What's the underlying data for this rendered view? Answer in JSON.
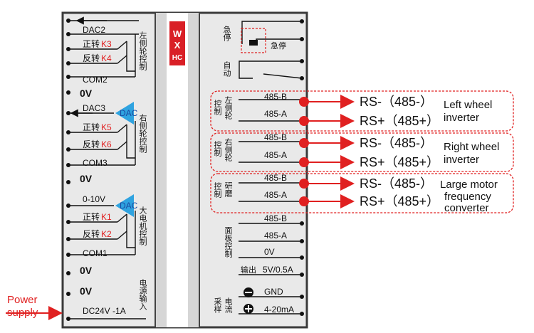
{
  "left": {
    "dac2": "DAC2",
    "forward": "正转",
    "reverse": "反转",
    "k3": "K3",
    "k4": "K4",
    "com2": "COM2",
    "zero_v": "0V",
    "dac3": "DAC3",
    "dac": "DAC",
    "k5": "K5",
    "k6": "K6",
    "com3": "COM3",
    "v0_10": "0-10V",
    "k1": "K1",
    "k2": "K2",
    "com1": "COM1",
    "dc24v": "DC24V -1A",
    "left_wheel_ctrl": "左侧轮控制",
    "right_wheel_ctrl": "右侧轮控制",
    "large_motor_ctrl": "大电机控制",
    "power_input": "电源输入"
  },
  "right": {
    "estop": "急停",
    "auto": "自动",
    "left_wheel": "左侧轮",
    "right_wheel": "右侧轮",
    "grinding": "研磨",
    "control": "控制",
    "panel_ctrl": "面板控制",
    "current": "电流",
    "sampling": "采样",
    "b485": "485-B",
    "a485": "485-A",
    "zero_v": "0V",
    "output": "输出",
    "v5": "5V/0.5A",
    "gnd": "GND",
    "ma": "4-20mA"
  },
  "rs": {
    "minus": "RS-（485-）",
    "plus": "RS+（485+）"
  },
  "targets": {
    "left_wheel_1": "Left wheel",
    "right_wheel_1": "Right wheel",
    "inverter": "inverter",
    "motor_1": "Large motor",
    "motor_2": "frequency",
    "motor_3": "converter"
  },
  "power": {
    "line1": "Power",
    "line2": "supply"
  },
  "colors": {
    "accent_red": "#e02020",
    "dac_blue": "#2fa3e0",
    "housing": "#e9e9e9"
  }
}
